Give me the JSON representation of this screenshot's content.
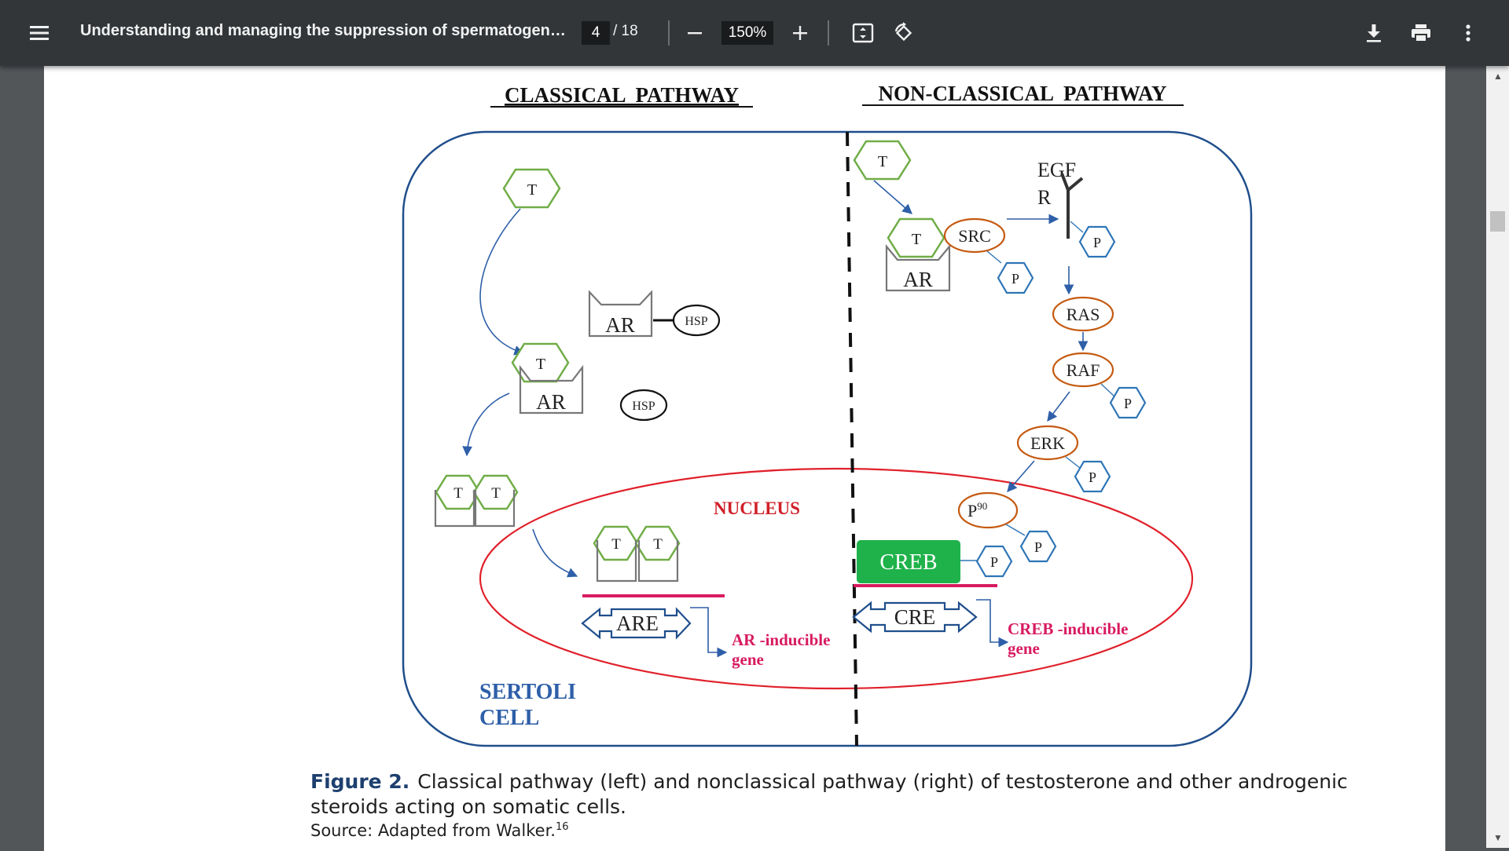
{
  "toolbar": {
    "title": "Understanding and managing the suppression of spermatogen…",
    "page_current": "4",
    "page_total": "/ 18",
    "zoom": "150%"
  },
  "icons": [
    "menu-icon",
    "zoom-out-icon",
    "zoom-in-icon",
    "fit-page-icon",
    "rotate-icon",
    "download-icon",
    "print-icon",
    "more-vert-icon"
  ],
  "colors": {
    "toolbar_bg": "#323639",
    "viewer_bg": "#525659",
    "hexagon_green": "#70ad47",
    "hexagon_blue": "#2e75b6",
    "oval_orange": "#c55a11",
    "nucleus_red": "#e0202a",
    "creb_green": "#1fb24a",
    "gene_magenta": "#d81b60",
    "cell_border": "#1f4e8c",
    "caption_label": "#1d3f6e"
  },
  "figure": {
    "classical_title": "CLASSICAL  PATHWAY",
    "nonclassical_title": "NON-CLASSICAL  PATHWAY",
    "t": "T",
    "ar": "AR",
    "hsp": "HSP",
    "are": "ARE",
    "ar_gene_1": "AR -inducible",
    "ar_gene_2": "gene",
    "nucleus": "NUCLEUS",
    "sertoli_1": "SERTOLI",
    "sertoli_2": "CELL",
    "src": "SRC",
    "egf_1": "EGF",
    "egf_2": "R",
    "p": "P",
    "ras": "RAS",
    "raf": "RAF",
    "erk": "ERK",
    "p90": "P",
    "p90_sup": "90",
    "creb": "CREB",
    "cre": "CRE",
    "creb_gene_1": "CREB -inducible",
    "creb_gene_2": "gene"
  },
  "caption": {
    "label": "Figure 2.",
    "text": "Classical pathway (left) and nonclassical pathway (right) of testosterone and other androgenic steroids acting on somatic cells.",
    "source": "Source: Adapted from Walker.",
    "source_ref": "16"
  }
}
